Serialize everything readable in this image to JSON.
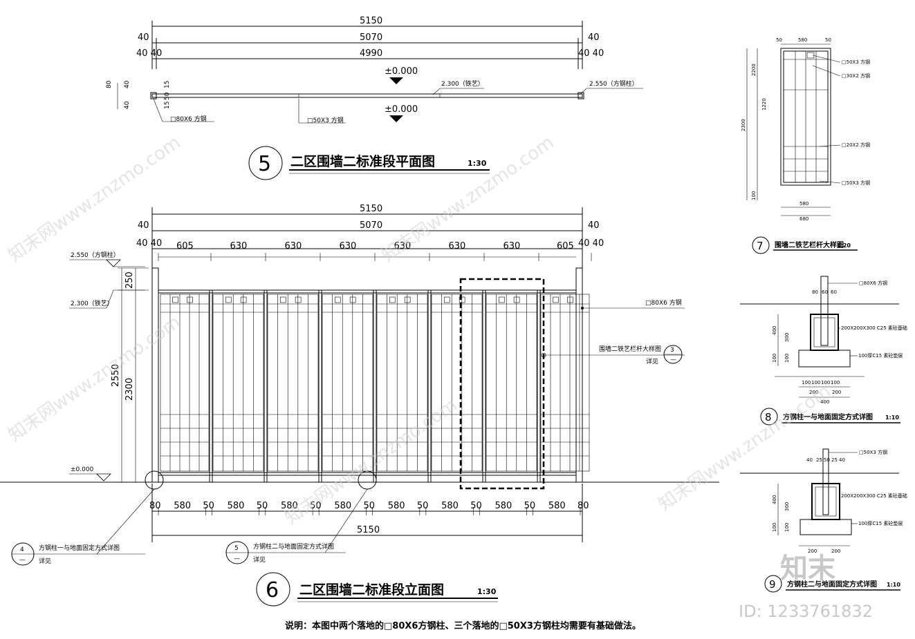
{
  "plan": {
    "dims_top": [
      "5150",
      "5070",
      "4990"
    ],
    "side_40": "40",
    "side_4040": "40 40",
    "elev_0_top": "±0.000",
    "elev_0_bottom": "±0.000",
    "elev_2300": "2.300（铁艺）",
    "elev_2550": "2.550（方钢柱）",
    "label_80x6": "□80X6 方钢",
    "label_50x3": "□50X3 方钢",
    "left_dims": [
      "80",
      "40",
      "40",
      "15",
      "50",
      "15"
    ],
    "title_num": "5",
    "title": "二区围墙二标准段平面图",
    "scale": "1:30"
  },
  "elevation": {
    "dims_top": [
      "5150",
      "5070"
    ],
    "side_40": "40",
    "side_4040": "40 40",
    "segments_top": [
      "605",
      "630",
      "630",
      "630",
      "630",
      "630",
      "630",
      "605"
    ],
    "elev_2550": "2.550（方钢柱）",
    "elev_2300": "2.300（铁艺）",
    "elev_0": "±0.000",
    "vert_250": "250",
    "vert_2550": "2550",
    "vert_2300": "2300",
    "bottom_dims": [
      "80",
      "580",
      "50",
      "580",
      "50",
      "580",
      "50",
      "580",
      "50",
      "580",
      "50",
      "580",
      "50",
      "580",
      "50",
      "580",
      "80"
    ],
    "bottom_total": "5150",
    "label_80x6": "□80X6 方钢",
    "ref_detail_text": "围墙二铁艺栏杆大样图",
    "ref_detail_num": "3",
    "ref_detail_sub": "—",
    "see": "详见",
    "callout4_num": "4",
    "callout4_text": "方钢柱一与地面固定方式详图",
    "callout5_num": "5",
    "callout5_text": "方钢柱二与地面固定方式详图",
    "callout_sub": "—",
    "title_num": "6",
    "title": "二区围墙二标准段立面图",
    "scale": "1:30",
    "note": "说明：本图中两个落地的□80X6方钢柱、三个落地的□50X3方钢柱均需要有基础做法。"
  },
  "detail7": {
    "num": "7",
    "title": "围墙二铁艺栏杆大样图",
    "scale": "1:20",
    "top_dims": [
      "50",
      "580",
      "50"
    ],
    "bottom_dim": "680",
    "bottom_dim2": "580",
    "left_dims": [
      "2300",
      "2200",
      "1220",
      "100"
    ],
    "labels": [
      "□50X3 方钢",
      "□30X2 方钢",
      "□20X2 方钢",
      "□50X3 方钢"
    ]
  },
  "detail8": {
    "num": "8",
    "title": "方钢柱一与地面固定方式详图",
    "scale": "1:10",
    "top_dims": [
      "80",
      "60",
      "60"
    ],
    "left_dims": [
      "400",
      "300",
      "100",
      "100"
    ],
    "bottom_dims": [
      "100",
      "100",
      "100",
      "100",
      "200",
      "200"
    ],
    "total": "400",
    "labels": [
      "□80X6 方钢",
      "200X200X300 C25 素砼基础",
      "100厚C15 素砼垫层"
    ]
  },
  "detail9": {
    "num": "9",
    "title": "方钢柱二与地面固定方式详图",
    "scale": "1:10",
    "top_dims": [
      "40",
      "25",
      "50",
      "25",
      "40"
    ],
    "left_dims": [
      "400",
      "300",
      "100",
      "100"
    ],
    "bottom_dims": [
      "200",
      "200"
    ],
    "labels": [
      "□50X3 方钢",
      "200X200X300 C25 素砼基础",
      "100厚C15 素砼垫层"
    ]
  },
  "watermark": {
    "text": "知末网www.znzmo.com",
    "logo": "知末",
    "id": "ID: 1233761832"
  }
}
